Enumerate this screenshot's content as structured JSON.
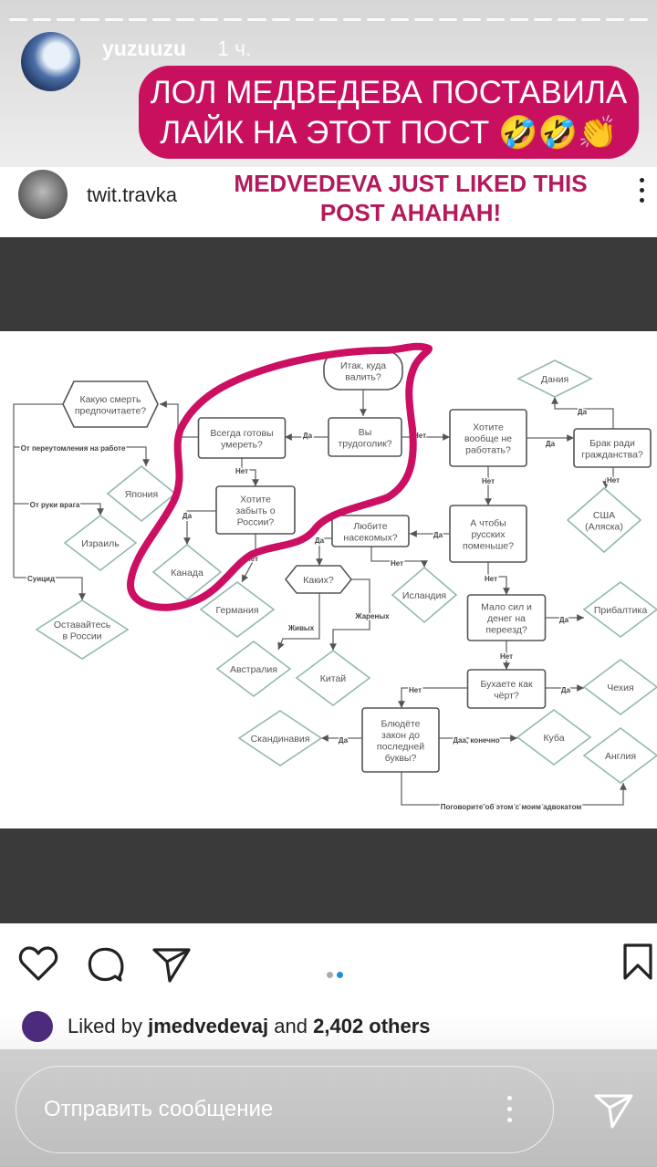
{
  "story": {
    "progress_segments": 27,
    "username": "yuzuuzu",
    "time": "1 ч.",
    "sticker_lines": [
      "ЛОЛ МЕДВЕДЕВА ПОСТАВИЛА",
      "ЛАЙК НА ЭТОТ ПОСТ 🤣🤣👏"
    ]
  },
  "post": {
    "username": "twit.travka",
    "overlay_lines": [
      "MEDVEDEVA JUST LIKED THIS",
      "POST AHAHAH!"
    ],
    "carousel": {
      "count": 2,
      "active": 2
    },
    "liked_prefix": "Liked by",
    "liked_user": "jmedvedevaj",
    "liked_and": "and",
    "liked_count": "2,402 others"
  },
  "flowchart": {
    "nodes": [
      {
        "id": "start",
        "lines": [
          "Итак, куда",
          "валить?"
        ]
      },
      {
        "id": "workaholic",
        "lines": [
          "Вы",
          "трудоголик?"
        ]
      },
      {
        "id": "ready_die",
        "lines": [
          "Всегда готовы",
          "умереть?"
        ]
      },
      {
        "id": "death",
        "lines": [
          "Какую смерть",
          "предпочитаете?"
        ]
      },
      {
        "id": "japan",
        "lines": [
          "Япония"
        ]
      },
      {
        "id": "israel",
        "lines": [
          "Израиль"
        ]
      },
      {
        "id": "canada",
        "lines": [
          "Канада"
        ]
      },
      {
        "id": "forget",
        "lines": [
          "Хотите",
          "забыть о",
          "России?"
        ]
      },
      {
        "id": "germany",
        "lines": [
          "Германия"
        ]
      },
      {
        "id": "stay",
        "lines": [
          "Оставайтесь",
          "в России"
        ]
      },
      {
        "id": "nowork",
        "lines": [
          "Хотите",
          "вообще не",
          "работать?"
        ]
      },
      {
        "id": "marriage",
        "lines": [
          "Брак ради",
          "гражданства?"
        ]
      },
      {
        "id": "denmark",
        "lines": [
          "Дания"
        ]
      },
      {
        "id": "usa",
        "lines": [
          "США",
          "(Аляска)"
        ]
      },
      {
        "id": "fewer",
        "lines": [
          "А чтобы",
          "русских",
          "поменьше?"
        ]
      },
      {
        "id": "insects",
        "lines": [
          "Любите",
          "насекомых?"
        ]
      },
      {
        "id": "which",
        "lines": [
          "Каких?"
        ]
      },
      {
        "id": "iceland",
        "lines": [
          "Исландия"
        ]
      },
      {
        "id": "money",
        "lines": [
          "Мало сил и",
          "денег на",
          "переезд?"
        ]
      },
      {
        "id": "baltic",
        "lines": [
          "Прибалтика"
        ]
      },
      {
        "id": "australia",
        "lines": [
          "Австралия"
        ]
      },
      {
        "id": "china",
        "lines": [
          "Китай"
        ]
      },
      {
        "id": "drink",
        "lines": [
          "Бухаете как",
          "чёрт?"
        ]
      },
      {
        "id": "czech",
        "lines": [
          "Чехия"
        ]
      },
      {
        "id": "law",
        "lines": [
          "Блюдёте",
          "закон до",
          "последней",
          "буквы?"
        ]
      },
      {
        "id": "scandinavia",
        "lines": [
          "Скандинавия"
        ]
      },
      {
        "id": "cuba",
        "lines": [
          "Куба"
        ]
      },
      {
        "id": "england",
        "lines": [
          "Англия"
        ]
      }
    ],
    "edge_labels": [
      {
        "id": "e1",
        "text": "Да"
      },
      {
        "id": "e2",
        "text": "Нет"
      },
      {
        "id": "e3",
        "text": "Нет"
      },
      {
        "id": "e4",
        "text": "Да"
      },
      {
        "id": "e5",
        "text": "Нет"
      },
      {
        "id": "e6",
        "text": "От переутомления на работе"
      },
      {
        "id": "e7",
        "text": "От руки врага"
      },
      {
        "id": "e8",
        "text": "Суицид"
      },
      {
        "id": "e9",
        "text": "Да"
      },
      {
        "id": "e10",
        "text": "Нет"
      },
      {
        "id": "e11",
        "text": "Да"
      },
      {
        "id": "e12",
        "text": "Нет"
      },
      {
        "id": "e13",
        "text": "Да"
      },
      {
        "id": "e14",
        "text": "Нет"
      },
      {
        "id": "e15",
        "text": "Да"
      },
      {
        "id": "e16",
        "text": "Живых"
      },
      {
        "id": "e17",
        "text": "Жареных"
      },
      {
        "id": "e18",
        "text": "Нет"
      },
      {
        "id": "e19",
        "text": "Да"
      },
      {
        "id": "e20",
        "text": "Нет"
      },
      {
        "id": "e21",
        "text": "Да"
      },
      {
        "id": "e22",
        "text": "Нет"
      },
      {
        "id": "e23",
        "text": "Да"
      },
      {
        "id": "e24",
        "text": "Даа, конечно"
      },
      {
        "id": "e25",
        "text": "Поговорите об этом с моим адвокатом"
      }
    ]
  },
  "composer": {
    "placeholder": "Отправить сообщение"
  },
  "colors": {
    "sticker": "#c9105f",
    "overlay_text": "#b3195b",
    "scribble": "#cc0f62",
    "carousel_active": "#1a8fe0"
  }
}
